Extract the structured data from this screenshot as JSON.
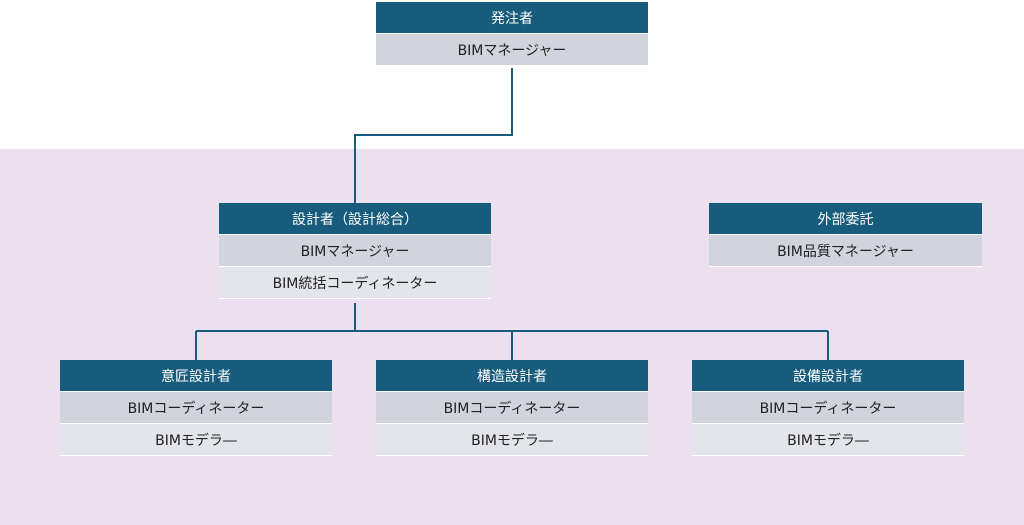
{
  "colors": {
    "header": "#175c7c",
    "row_primary": "#d1d4dc",
    "row_secondary": "#e3e5ea",
    "band": "#ebdff0",
    "line": "#175c7c"
  },
  "client": {
    "title": "発注者",
    "roles": [
      "BIMマネージャー"
    ]
  },
  "designer": {
    "title": "設計者（設計総合）",
    "roles": [
      "BIMマネージャー",
      "BIM統括コーディネーター"
    ]
  },
  "external": {
    "title": "外部委託",
    "roles": [
      "BIM品質マネージャー"
    ]
  },
  "architectural": {
    "title": "意匠設計者",
    "roles": [
      "BIMコーディネーター",
      "BIMモデラ―"
    ]
  },
  "structural": {
    "title": "構造設計者",
    "roles": [
      "BIMコーディネーター",
      "BIMモデラ―"
    ]
  },
  "mep": {
    "title": "設備設計者",
    "roles": [
      "BIMコーディネーター",
      "BIMモデラ―"
    ]
  }
}
